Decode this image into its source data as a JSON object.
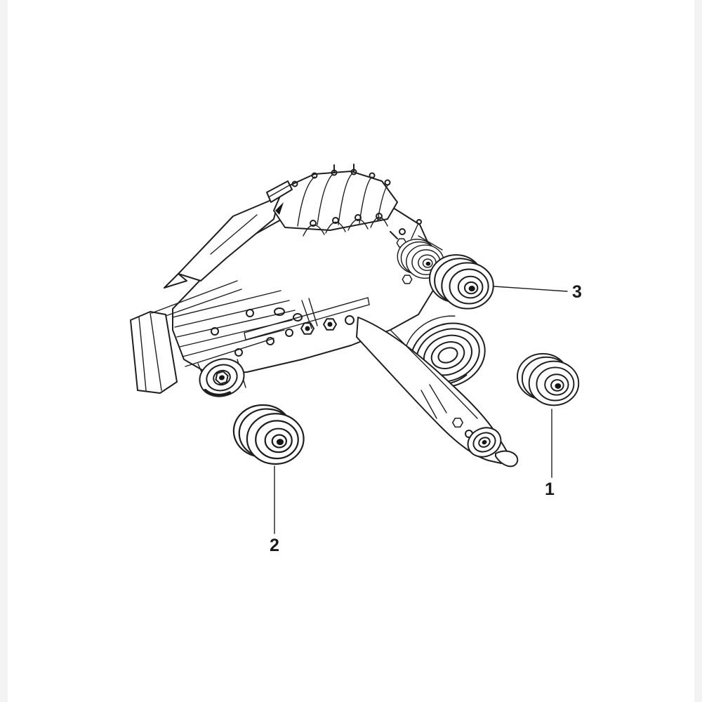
{
  "page": {
    "background": "#ffffff",
    "line_color": "#1f1f1f",
    "label_color": "#1a1a1a"
  },
  "diagram": {
    "type": "exploded-parts-line-drawing",
    "description": "Black-and-white technical illustration of a differential / transfer case assembly with three rubber bushing mounts called out",
    "callouts": [
      {
        "label": "1"
      },
      {
        "label": "2"
      },
      {
        "label": "3"
      }
    ]
  }
}
